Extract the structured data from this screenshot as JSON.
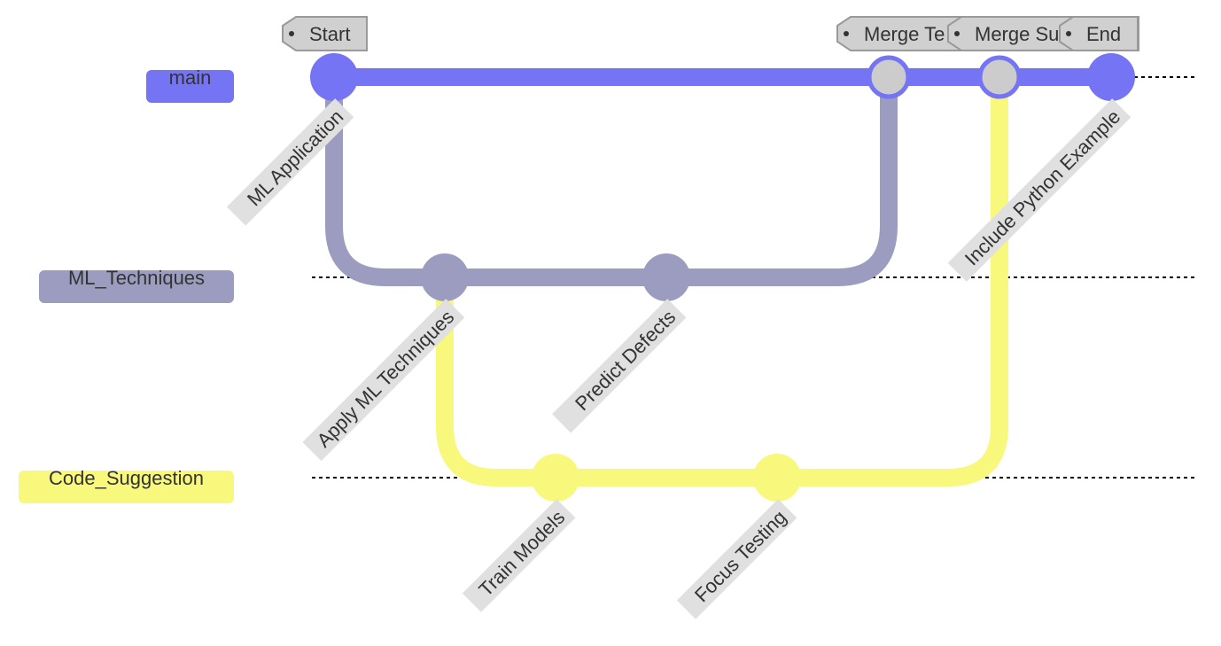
{
  "colors": {
    "main": "#7474f4",
    "ml_techniques": "#9c9cc0",
    "code_suggestion": "#f8f87c",
    "tag_fill": "#d0d0d0",
    "tag_stroke": "#999999",
    "merge_commit_fill": "#cccccc",
    "commit_label_bg": "#e0e0e0",
    "text": "#333333"
  },
  "branches": [
    {
      "id": "main",
      "name": "main"
    },
    {
      "id": "ml_techniques",
      "name": "ML_Techniques"
    },
    {
      "id": "code_suggestion",
      "name": "Code_Suggestion"
    }
  ],
  "commits": [
    {
      "id": "ml_application",
      "label": "ML Application",
      "branch": "main"
    },
    {
      "id": "apply_ml",
      "label": "Apply ML Techniques",
      "branch": "ml_techniques"
    },
    {
      "id": "train_models",
      "label": "Train Models",
      "branch": "code_suggestion"
    },
    {
      "id": "predict_defects",
      "label": "Predict Defects",
      "branch": "ml_techniques"
    },
    {
      "id": "focus_testing",
      "label": "Focus Testing",
      "branch": "code_suggestion"
    },
    {
      "id": "merge_ml",
      "label": "",
      "branch": "main",
      "merge": true
    },
    {
      "id": "merge_suggestion",
      "label": "",
      "branch": "main",
      "merge": true
    },
    {
      "id": "include_python",
      "label": "Include Python Example",
      "branch": "main"
    }
  ],
  "tags": [
    {
      "commit": "ml_application",
      "text": "Start"
    },
    {
      "commit": "merge_ml",
      "text": "Merge Te"
    },
    {
      "commit": "merge_suggestion",
      "text": "Merge Suggesti"
    },
    {
      "commit": "include_python",
      "text": "End"
    }
  ]
}
